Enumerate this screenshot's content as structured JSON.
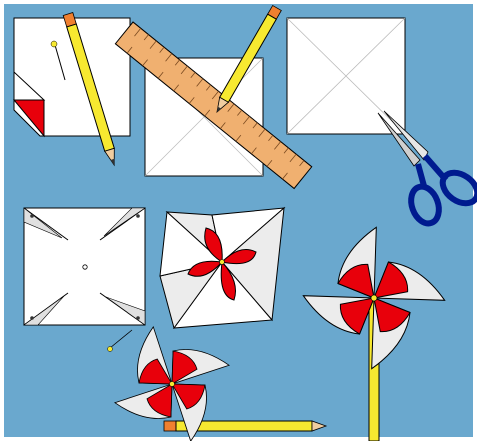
{
  "title": "",
  "steps": [
    {
      "id": 1,
      "object": "paper-sheet-with-pencil"
    },
    {
      "id": 2,
      "object": "square-with-ruler-and-pencil"
    },
    {
      "id": 3,
      "object": "square-with-diagonals-and-scissors"
    },
    {
      "id": 4,
      "object": "square-with-cuts-and-pin"
    },
    {
      "id": 5,
      "object": "pinwheel-folded"
    },
    {
      "id": 6,
      "object": "pinwheel-on-stick"
    },
    {
      "id": 7,
      "object": "pinwheel-on-pencil"
    }
  ],
  "colors": {
    "background": "#6aa8ce",
    "frame": "#ffffff",
    "paper": "#ffffff",
    "paper_back": "#e0e0e0",
    "red": "#e8000b",
    "pencil": "#f7e930",
    "pencil_tip": "#f0cda0",
    "eraser": "#f08030",
    "ruler": "#f0b070",
    "scissors_handle": "#001b8f",
    "scissors_blade": "#cfcfcf",
    "outline": "#000000"
  },
  "icons": [
    "pencil-icon",
    "ruler-icon",
    "scissors-icon",
    "pin-icon",
    "pinwheel-icon"
  ]
}
